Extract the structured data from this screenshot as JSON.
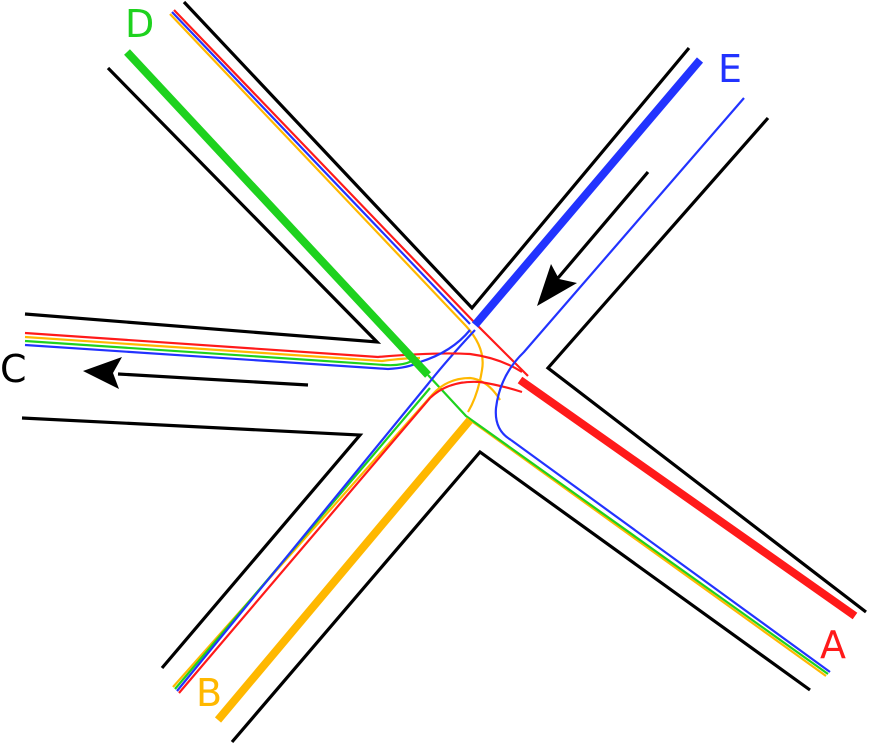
{
  "labels": {
    "a": "A",
    "b": "B",
    "c": "C",
    "d": "D",
    "e": "E"
  },
  "colors": {
    "a": "#ff1a1a",
    "b": "#ffb800",
    "c": "#000000",
    "d": "#1ed21e",
    "e": "#2233ff"
  },
  "icons": [
    "arrow-left-icon",
    "arrow-down-left-icon"
  ]
}
